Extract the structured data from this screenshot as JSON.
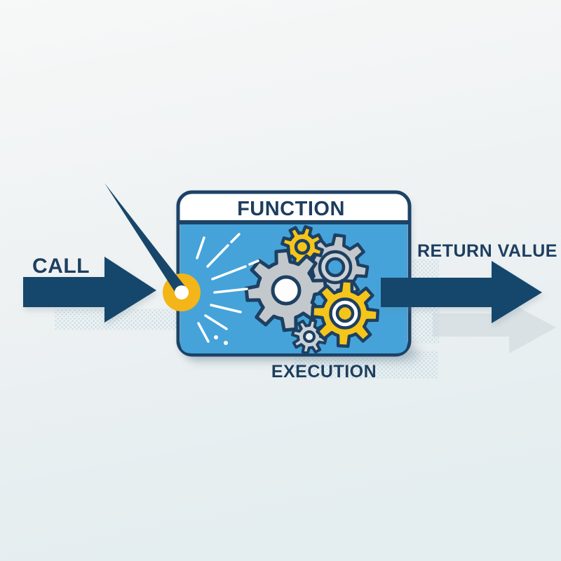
{
  "diagram": {
    "call_label": "CALL",
    "function_label": "FUNCTION",
    "execution_label": "EXECUTION",
    "return_value_label": "RETURN VALUE",
    "icons": [
      "gear-icon",
      "pendulum-needle-icon",
      "spark-burst-icon",
      "arrow-right-icon",
      "impact-point-icon"
    ],
    "colors": {
      "navy_outline": "#1c4266",
      "navy_text": "#1d3e5e",
      "arrow_navy": "#15476c",
      "body_blue": "#45a3da",
      "gear_gray": "#c3c8cd",
      "accent_yellow": "#f6c51a",
      "impact_yellow": "#f3b517",
      "background_top": "#f7f8f8",
      "background_bottom": "#e4edf0"
    }
  }
}
